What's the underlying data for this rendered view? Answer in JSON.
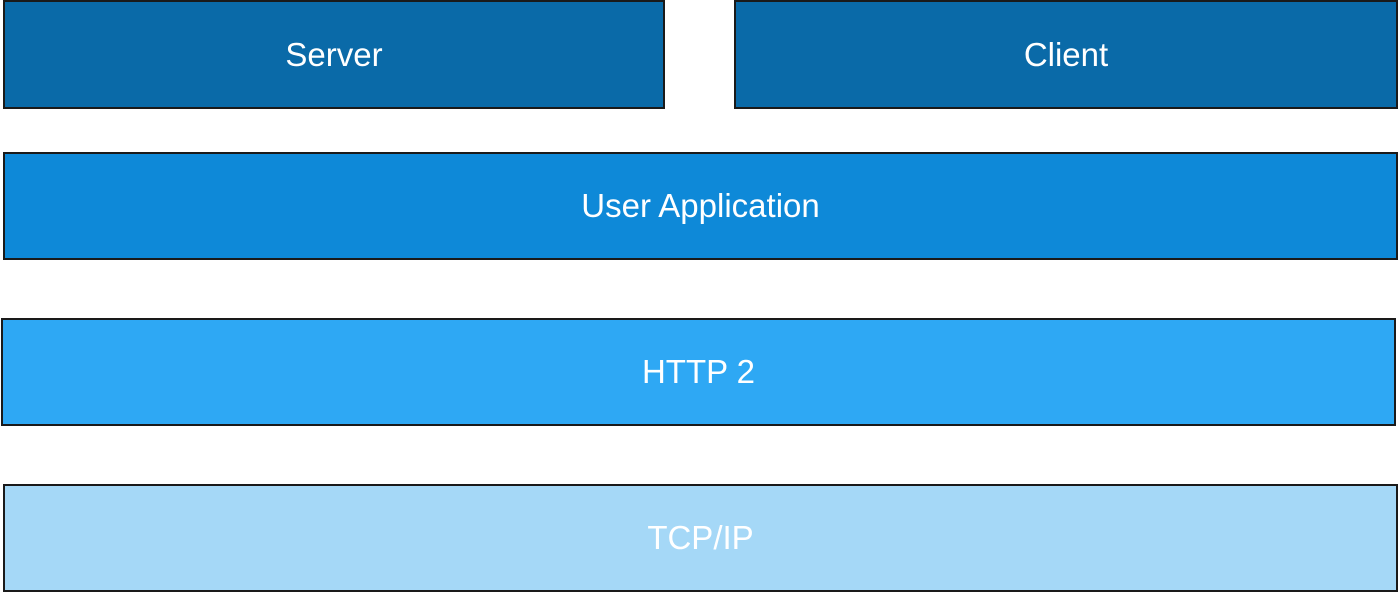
{
  "layers": {
    "server": {
      "label": "Server",
      "color": "#0a6aa8"
    },
    "client": {
      "label": "Client",
      "color": "#0a6aa8"
    },
    "user_application": {
      "label": "User Application",
      "color": "#0e89d8"
    },
    "http2": {
      "label": "HTTP 2",
      "color": "#2ea8f4"
    },
    "tcp_ip": {
      "label": "TCP/IP",
      "color": "#a5d8f7"
    }
  }
}
